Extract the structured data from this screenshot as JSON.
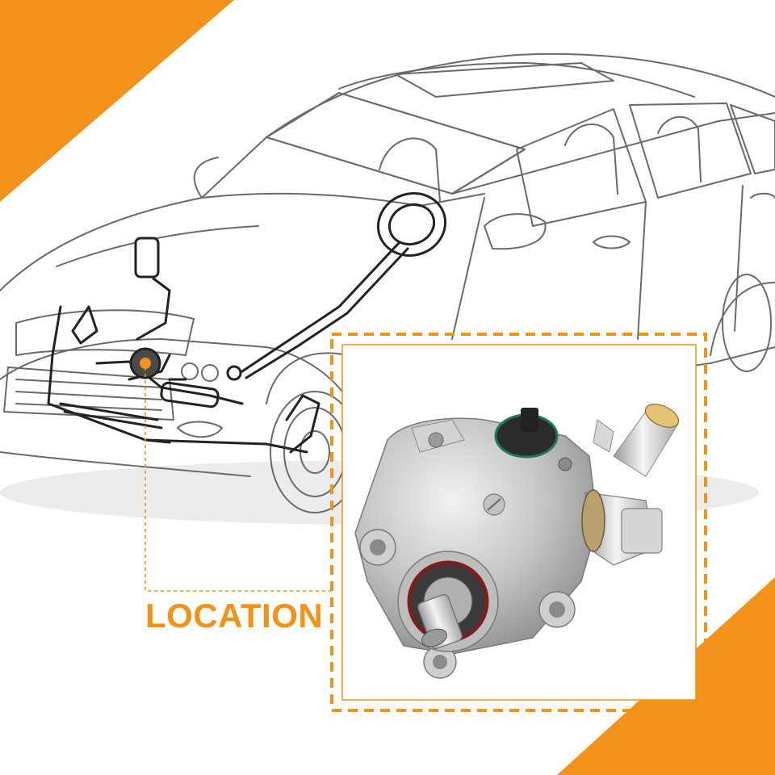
{
  "location_label": "LOCATION",
  "colors": {
    "accent": "#f2921b",
    "line_art": "#555555",
    "highlight": "#222222",
    "part_metal": "#c9c9c9"
  },
  "illustration": {
    "background": "car-line-drawing",
    "inset": "power-steering-pump-photo"
  }
}
